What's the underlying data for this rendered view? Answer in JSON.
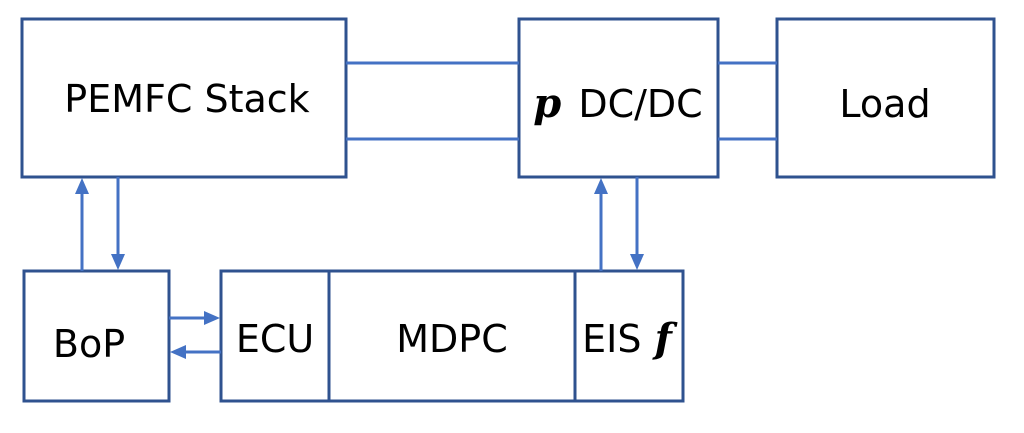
{
  "blocks": {
    "stack": {
      "label": "PEMFC Stack"
    },
    "converter": {
      "symbol": "p",
      "label": "DC/DC"
    },
    "load": {
      "label": "Load"
    },
    "bop": {
      "label": "BoP"
    },
    "ecu": {
      "label": "ECU"
    },
    "mdpc": {
      "label": "MDPC"
    },
    "eis": {
      "label": "EIS",
      "symbol": "f"
    }
  },
  "colors": {
    "box_border": "#2f528f",
    "connector": "#4472c4",
    "text": "#000000",
    "background": "#ffffff"
  }
}
